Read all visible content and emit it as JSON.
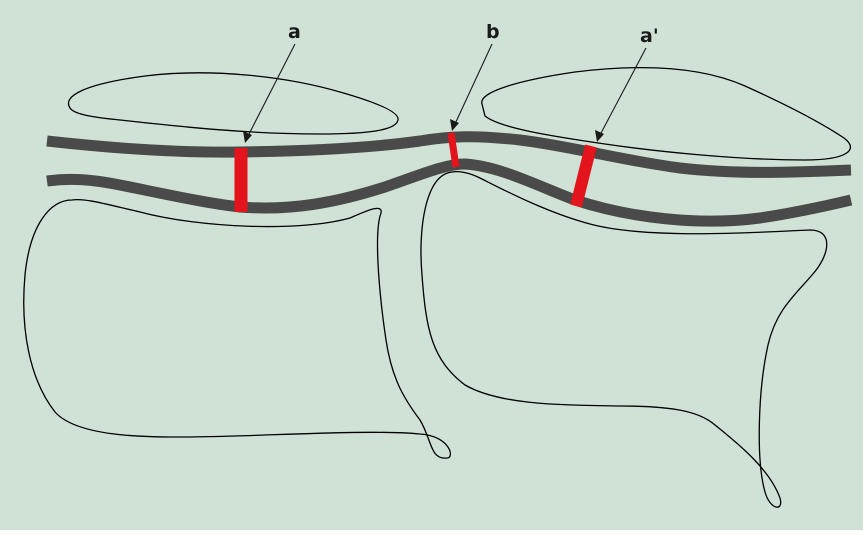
{
  "diagram": {
    "background_color": "#cfe2d5",
    "band_color": "#4a4a4a",
    "marker_color": "#e3141b",
    "labels": {
      "a": "a",
      "b": "b",
      "a_prime": "a'"
    }
  }
}
